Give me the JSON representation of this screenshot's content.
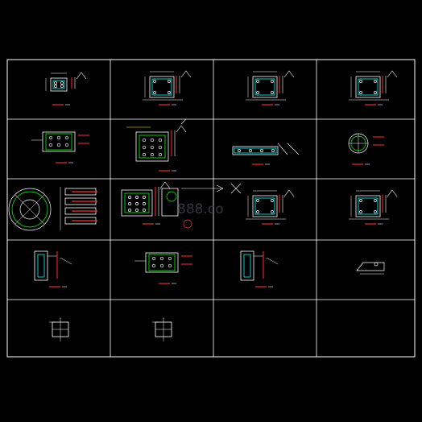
{
  "sheet": {
    "background": "#000000",
    "frame_color": "#ffffff",
    "grid": {
      "rows": 5,
      "cols": 4
    },
    "watermark": "888.co"
  },
  "colors": {
    "outline": "#ffffff",
    "plate": "#00ffff",
    "weld": "#ff3030",
    "bolt": "#00ff00",
    "leader": "#ffff00"
  },
  "cells": [
    {
      "id": "r1c1",
      "kind": "small-plate"
    },
    {
      "id": "r1c2",
      "kind": "plate-detail"
    },
    {
      "id": "r1c3",
      "kind": "plate-detail"
    },
    {
      "id": "r1c4",
      "kind": "plate-detail"
    },
    {
      "id": "r2c1",
      "kind": "bolt-plate"
    },
    {
      "id": "r2c2",
      "kind": "bolt-plate-large"
    },
    {
      "id": "r2c3",
      "kind": "beam-splice"
    },
    {
      "id": "r2c4",
      "kind": "round-flange"
    },
    {
      "id": "r3c1",
      "kind": "circular-plate"
    },
    {
      "id": "r3c2",
      "kind": "connection-assembly"
    },
    {
      "id": "r3c3",
      "kind": "plate-detail"
    },
    {
      "id": "r3c4",
      "kind": "plate-detail"
    },
    {
      "id": "r4c1",
      "kind": "bracket-section"
    },
    {
      "id": "r4c2",
      "kind": "bolt-plate"
    },
    {
      "id": "r4c3",
      "kind": "bracket-section"
    },
    {
      "id": "r4c4",
      "kind": "stiffener"
    },
    {
      "id": "r5c1",
      "kind": "small-section"
    },
    {
      "id": "r5c2",
      "kind": "small-section"
    },
    {
      "id": "r5c3",
      "kind": "empty"
    },
    {
      "id": "r5c4",
      "kind": "empty"
    }
  ]
}
